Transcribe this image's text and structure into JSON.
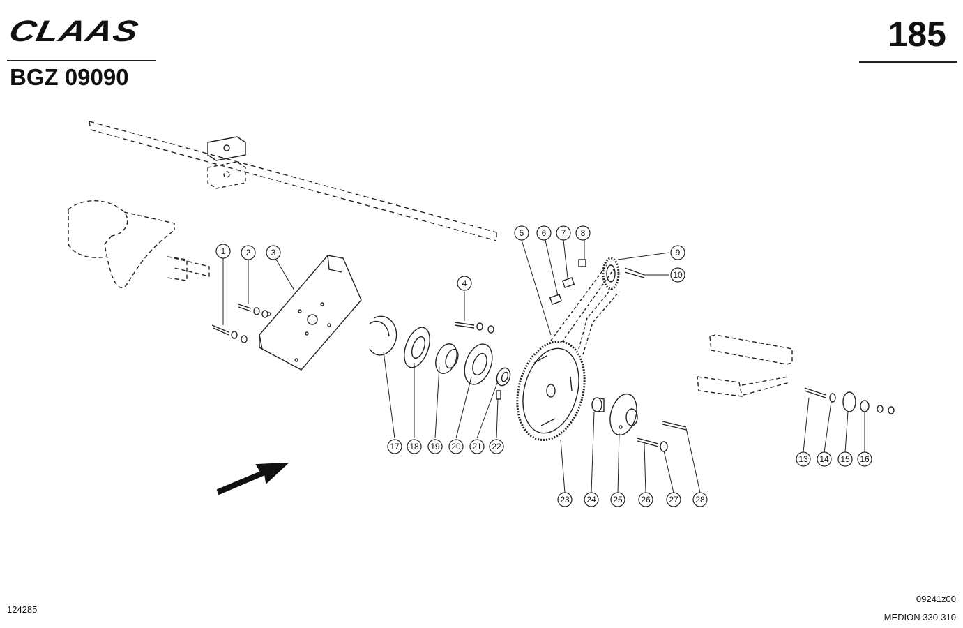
{
  "header": {
    "brand": "CLAAS",
    "doc_code": "BGZ 09090",
    "page_number": "185"
  },
  "footer": {
    "left_code": "124285",
    "figure_code": "09241z00",
    "model": "MEDION 330-310"
  },
  "diagram": {
    "part_numbers": [
      "1",
      "2",
      "3",
      "4",
      "5",
      "6",
      "7",
      "8",
      "9",
      "10",
      "13",
      "14",
      "15",
      "16",
      "17",
      "18",
      "19",
      "20",
      "21",
      "22",
      "23",
      "24",
      "25",
      "26",
      "27",
      "28"
    ]
  }
}
